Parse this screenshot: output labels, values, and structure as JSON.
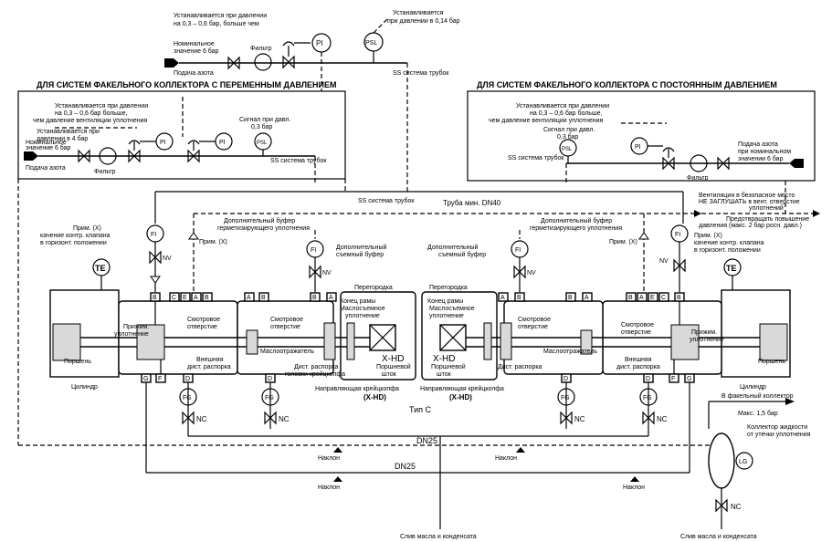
{
  "titles": {
    "variable": "ДЛЯ СИСТЕМ ФАКЕЛЬНОГО КОЛЛЕКТОРА С ПЕРЕМЕННЫМ ДАВЛЕНИЕМ",
    "constant": "ДЛЯ СИСТЕМ ФАКЕЛЬНОГО КОЛЛЕКТОРА С ПОСТОЯННЫМ ДАВЛЕНИЕМ"
  },
  "top": {
    "set_pressure_l1": "Устанавливается при давлении",
    "set_pressure_l2": "на 0,3 – 0,6 бар, больше чем",
    "set_pressure_014_l1": "Устанавливается",
    "set_pressure_014_l2": "при давлении в 0,14 бар",
    "filter": "Фильтр",
    "nominal_l1": "Номинальное",
    "nominal_l2": "значение 6 бар",
    "nitrogen": "Подача азота",
    "ss_tubes": "SS система трубок"
  },
  "left_panel": {
    "set_l1": "Устанавливается при давлении",
    "set_l2": "на 0,3 – 0,6 бар больше,",
    "set_l3": "чем давление вентиляции уплотнения",
    "set4_l1": "Устанавливается при",
    "set4_l2": "давлении  в 4 бар",
    "signal_l1": "Сигнал при давл.",
    "signal_l2": "0,3 бар",
    "nominal_l1": "Номинальное",
    "nominal_l2": "значение 6 бар",
    "nitrogen": "Подача азота",
    "filter": "Фильтр",
    "ss_tubes": "SS система трубок"
  },
  "right_panel": {
    "set_l1": "Устанавливается при давлении",
    "set_l2": "на 0,3 – 0,6 бар больше,",
    "set_l3": "чем давление вентиляции уплотнения",
    "signal_l1": "Сигнал при давл.",
    "signal_l2": "0,3 бар",
    "ss_tubes": "SS система трубок",
    "nitrogen_l1": "Подача азота",
    "nitrogen_l2": "при номинальном",
    "nitrogen_l3": "значении 6 бар",
    "filter": "Фильтр"
  },
  "middle": {
    "ss_tubes": "SS система трубок",
    "pipe_min": "Труба мин. DN40",
    "vent_l1": "Вентиляция в безопасное место",
    "vent_l2": "НЕ ЗАГЛУШАТЬ в вент. отверстие",
    "vent_l3": "уплотнений",
    "vent_l4": "Предотвращать повышение",
    "vent_l5": "давления (макс. 2 бар росн. давл.)",
    "buffer_l1": "Дополнительный буфер",
    "buffer_l2": "герметизирующего уплотнения",
    "removable_l1": "Дополнительный",
    "removable_l2": "съемный буфер",
    "note": "Прим. (X)",
    "note_valve_l1": "качение контр. клапана",
    "note_valve_l2": "в горизонт. положении"
  },
  "compressor": {
    "piston": "Поршень",
    "cylinder": "Цилиндр",
    "piston_seal_l1": "Прижим.",
    "piston_seal_l2": "уплотнение",
    "sight_l1": "Смотровое",
    "sight_l2": "отверстие",
    "oil_sep": "Маслоотражатель",
    "outer_l1": "Внешняя",
    "outer_l2": "дист. распорка",
    "dist_l1": "Дист. распорка",
    "dist_l2": "головки крейцкопфа",
    "dist_right": "Дист. распорка",
    "partition": "Перегородка",
    "frame_end": "Конец рамы",
    "oil_seal_l1": "Маслосъемное",
    "oil_seal_l2": "уплотнение",
    "rod_l1": "Поршневой",
    "rod_l2": "шток",
    "xhd": "X-HD",
    "guide_l1": "Направляющая крейцкопфа",
    "guide_l2": "(X-HD)",
    "type": "Тип С"
  },
  "ports": {
    "A": "A",
    "B": "B",
    "C": "C",
    "D": "D",
    "E": "E",
    "F": "F",
    "G": "G"
  },
  "instruments": {
    "PI": "PI",
    "PSL": "PSL",
    "FI": "FI",
    "FG": "FG",
    "TE": "TE",
    "LG": "LG",
    "NV": "NV",
    "NC": "NC"
  },
  "bottom": {
    "dn25": "DN25",
    "slope": "Наклон",
    "drain": "Слив масла и конденсата",
    "flare_l1": "В факельный коллектор",
    "flare_l2": "Макс. 1,5 бар",
    "collector_l1": "Коллектор жидкости",
    "collector_l2": "от утечки уплотнения"
  }
}
